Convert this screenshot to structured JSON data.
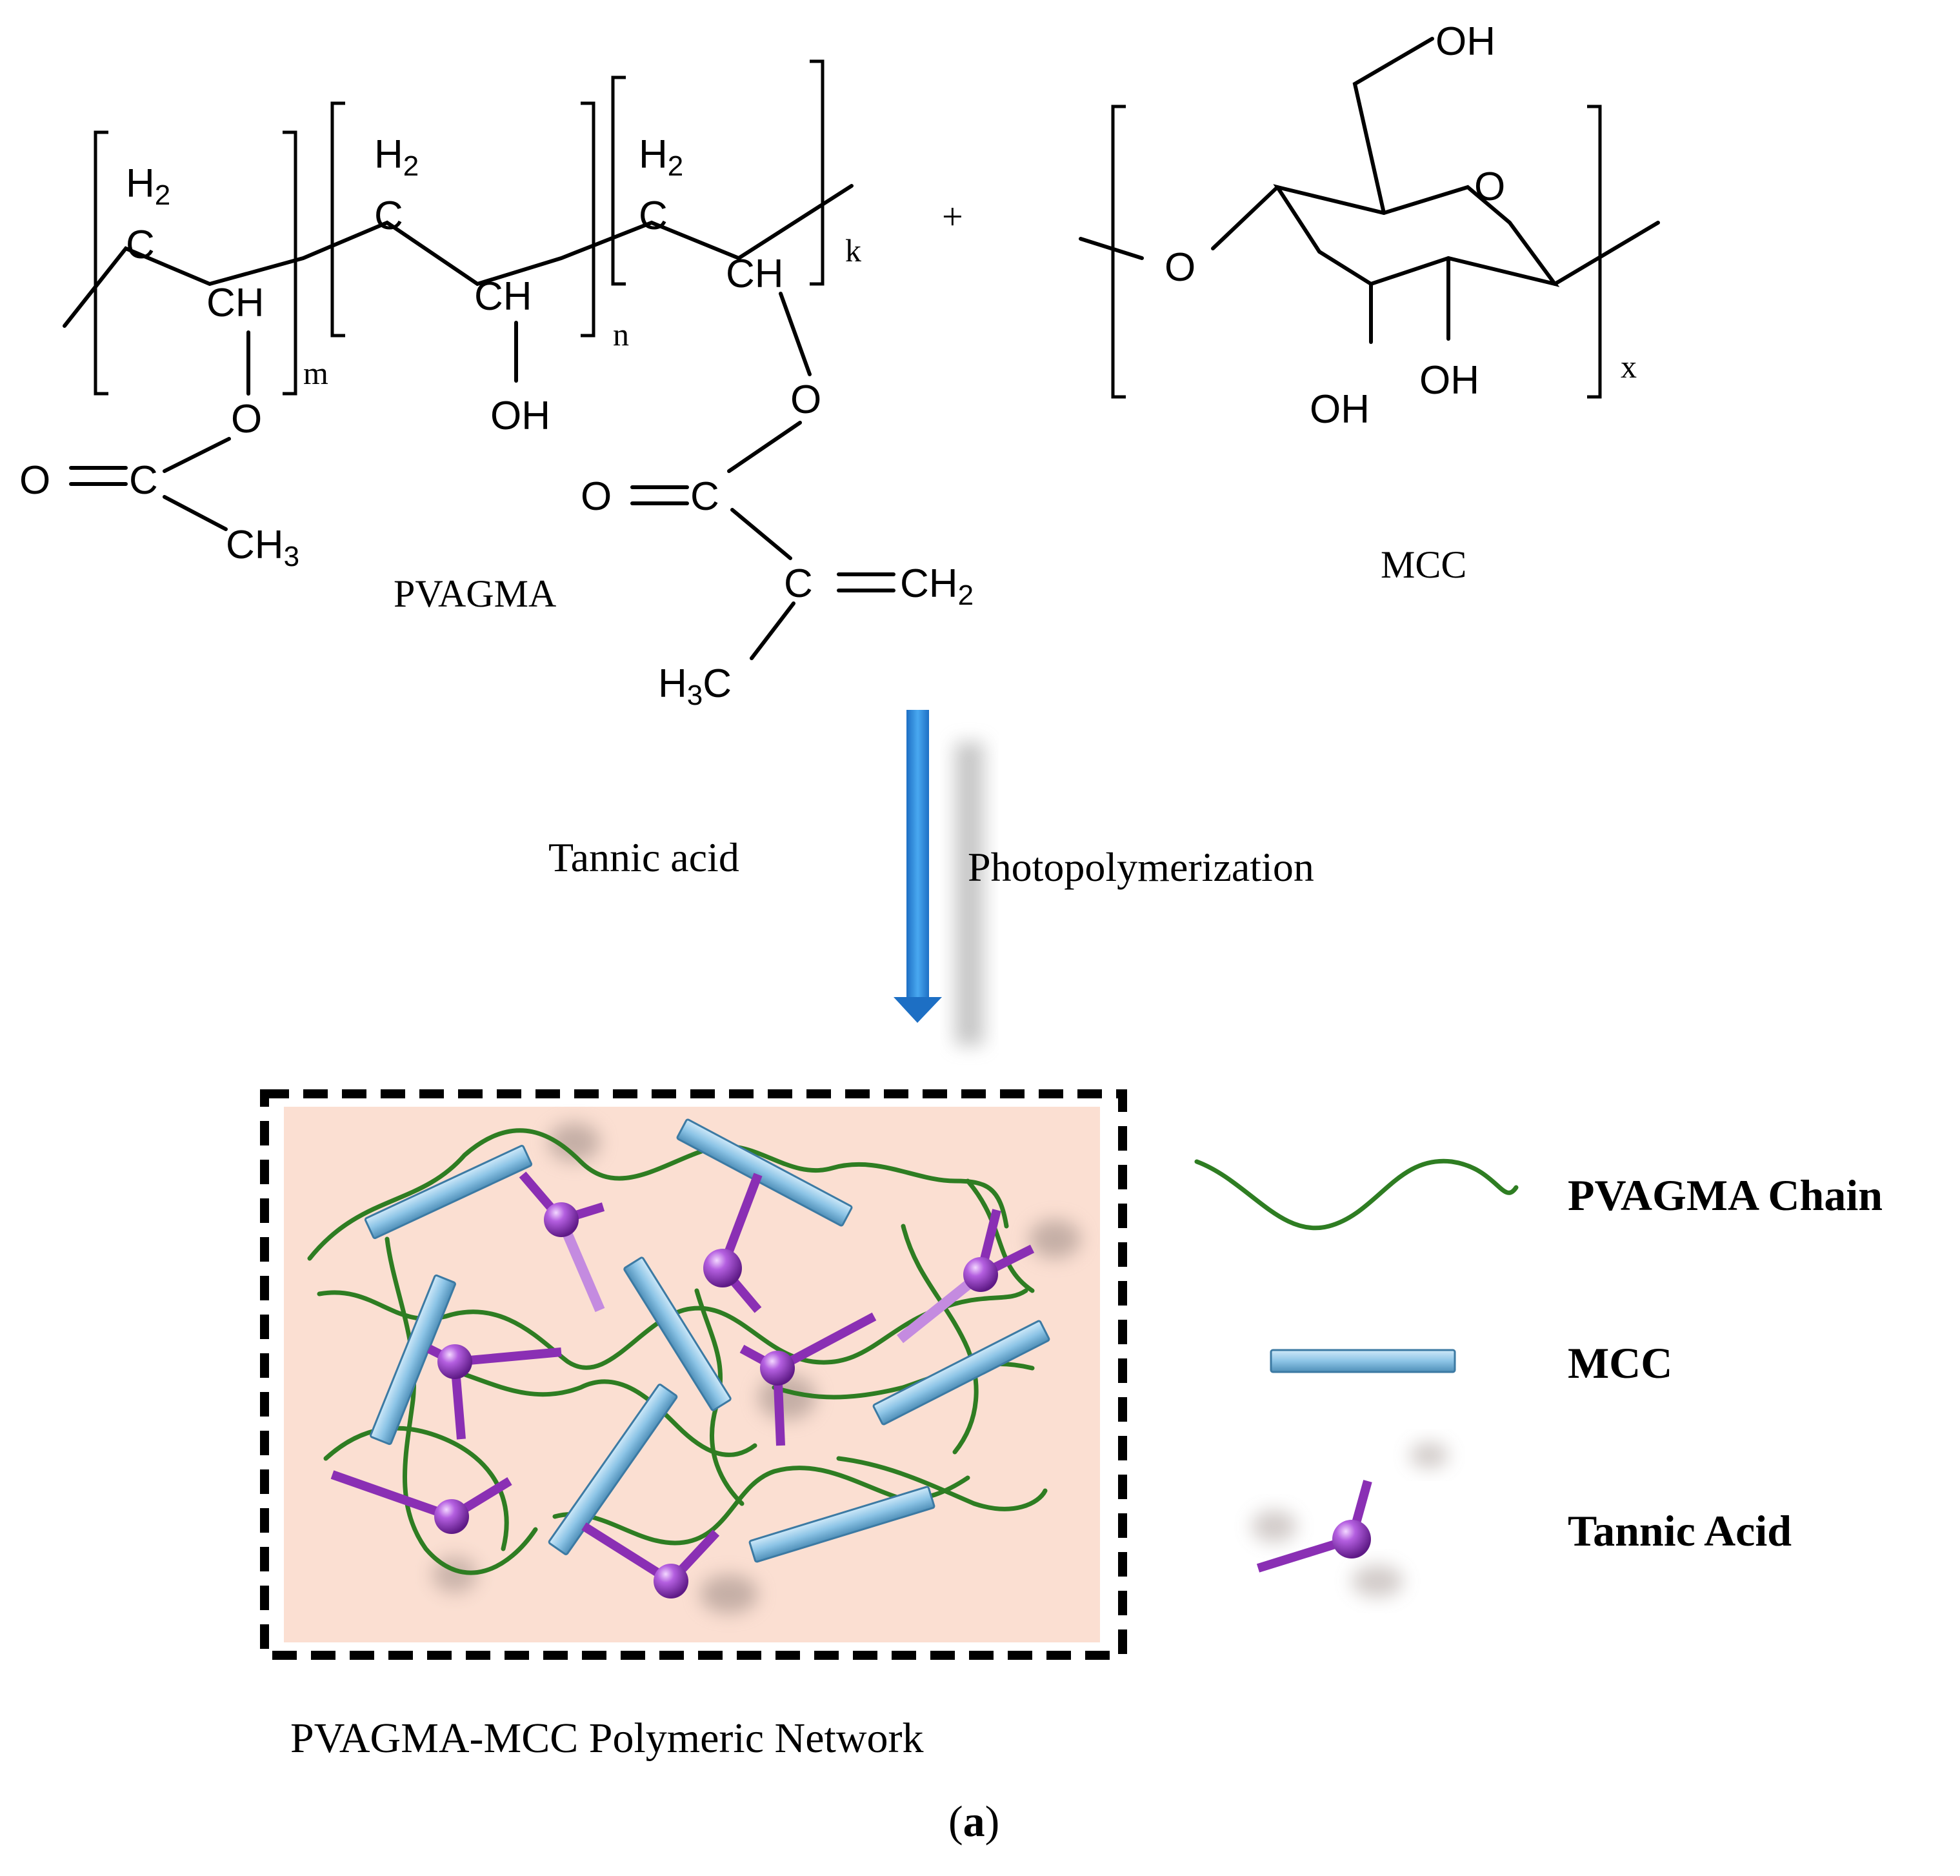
{
  "pvagma": {
    "label": "PVAGMA",
    "h2": "H",
    "two": "2",
    "c": "C",
    "ch": "CH",
    "o": "O",
    "oh": "OH",
    "h3": "H",
    "three": "3",
    "sub_m": "m",
    "sub_n": "n",
    "sub_k": "k"
  },
  "plus": "+",
  "mcc": {
    "label": "MCC",
    "oh": "OH",
    "o": "O",
    "sub_x": "x"
  },
  "reaction": {
    "left_label": "Tannic acid",
    "right_label": "Photopolymerization"
  },
  "network": {
    "caption": "PVAGMA-MCC  Polymeric  Network"
  },
  "legend": {
    "chain_label": "PVAGMA Chain",
    "mcc_label": "MCC",
    "tannic_label": "Tannic Acid"
  },
  "panel_label": {
    "open": "(",
    "letter": "a",
    "close": ")"
  },
  "colors": {
    "chain": "#2e7d22",
    "rod": "#8cc4e6",
    "tannic": "#8a2fb4",
    "network_bg": "#fbdfd2",
    "arrow": "#2b8ee0"
  }
}
